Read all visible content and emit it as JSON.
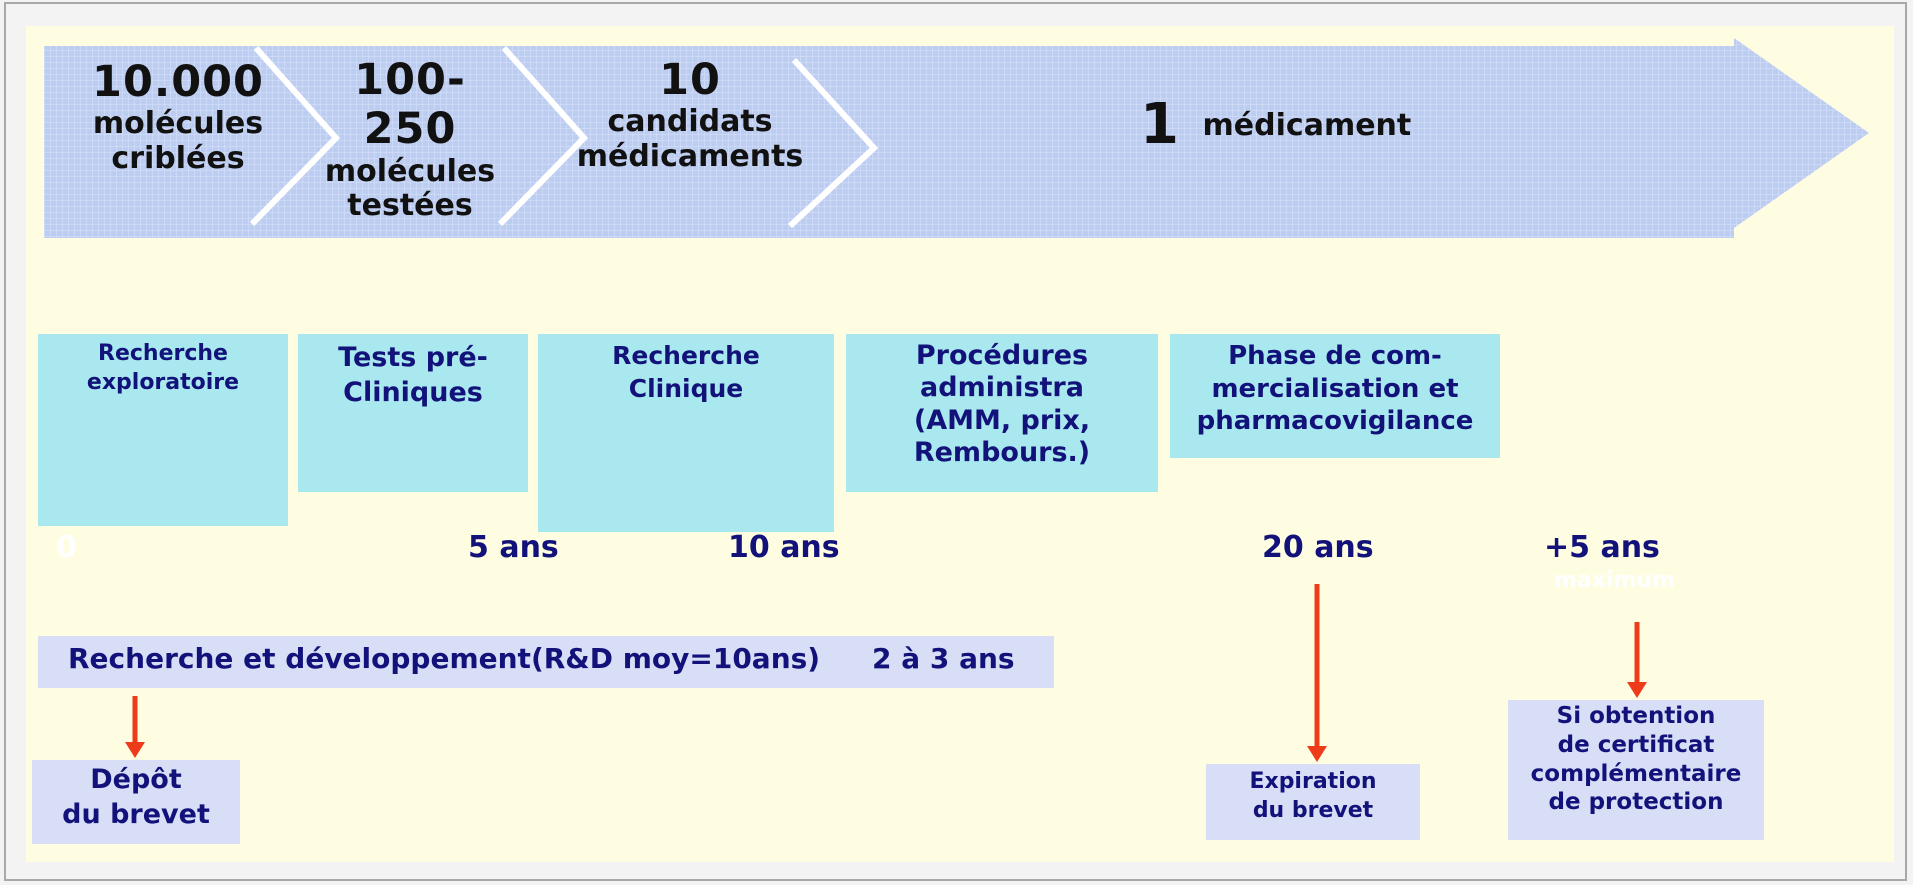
{
  "pipeline": {
    "stages": [
      {
        "number": "10.000",
        "label_line1": "molécules",
        "label_line2": "criblées"
      },
      {
        "number": "100-250",
        "label_line1": "molécules",
        "label_line2": "testées"
      },
      {
        "number": "10",
        "label_line1": "candidats",
        "label_line2": "médicaments"
      }
    ],
    "final_number": "1",
    "final_label": "médicament"
  },
  "phases": [
    {
      "line1": "Recherche",
      "line2": "exploratoire"
    },
    {
      "line1": "Tests pré-",
      "line2": "Cliniques"
    },
    {
      "line1": "Recherche",
      "line2": "Clinique"
    },
    {
      "line1": "Procédures",
      "line2": "administra",
      "line3": "(AMM, prix,",
      "line4": "Rembours.)"
    },
    {
      "line1": "Phase de com-",
      "line2": "mercialisation et",
      "line3": "pharmacovigilance"
    }
  ],
  "timeline": {
    "t0": "0",
    "t5": "5 ans",
    "t10": "10 ans",
    "t20": "20 ans",
    "t_plus5": "+5 ans",
    "t_plus5_sub": "maximum"
  },
  "rd_bar": {
    "label": "Recherche et développement(R&D moy=10ans)",
    "extra": "2 à 3 ans"
  },
  "notes": {
    "brevet_deposit": {
      "line1": "Dépôt",
      "line2": "du brevet"
    },
    "brevet_expiry": {
      "line1": "Expiration",
      "line2": "du brevet"
    },
    "certificate": {
      "line1": "Si obtention",
      "line2": "de certificat",
      "line3": "complémentaire",
      "line4": "de protection"
    }
  },
  "colors": {
    "arrow_fill": "#bccdf2",
    "phase_box": "#a8e8ee",
    "note_box": "#d8def6",
    "panel_bg": "#fefde1",
    "text_navy": "#12127a",
    "red_arrow": "#ee3b1a"
  }
}
